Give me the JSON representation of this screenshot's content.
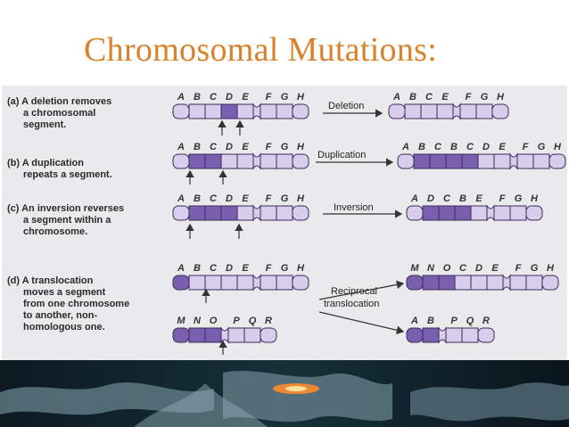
{
  "slide": {
    "title": "Chromosomal Mutations:"
  },
  "panels": {
    "a": {
      "tag": "(a)",
      "lines": [
        [
          "A ",
          "deletion",
          " removes"
        ],
        [
          "a chromosomal"
        ],
        [
          "segment."
        ]
      ],
      "before_labels": [
        "A",
        "B",
        "C",
        "D",
        "E",
        "F",
        "G",
        "H"
      ],
      "arrow_label": "Deletion",
      "after_labels": [
        "A",
        "B",
        "C",
        "E",
        "F",
        "G",
        "H"
      ]
    },
    "b": {
      "tag": "(b)",
      "lines": [
        [
          "A ",
          "duplication"
        ],
        [
          "repeats a segment."
        ]
      ],
      "before_labels": [
        "A",
        "B",
        "C",
        "D",
        "E",
        "F",
        "G",
        "H"
      ],
      "arrow_label": "Duplication",
      "after_labels": [
        "A",
        "B",
        "C",
        "B",
        "C",
        "D",
        "E",
        "F",
        "G",
        "H"
      ]
    },
    "c": {
      "tag": "(c)",
      "lines": [
        [
          "An ",
          "inversion",
          " reverses"
        ],
        [
          "a segment within a"
        ],
        [
          "chromosome."
        ]
      ],
      "before_labels": [
        "A",
        "B",
        "C",
        "D",
        "E",
        "F",
        "G",
        "H"
      ],
      "arrow_label": "Inversion",
      "after_labels": [
        "A",
        "D",
        "C",
        "B",
        "E",
        "F",
        "G",
        "H"
      ]
    },
    "d": {
      "tag": "(d)",
      "lines": [
        [
          "A ",
          "translocation"
        ],
        [
          "moves a segment"
        ],
        [
          "from one chromosome"
        ],
        [
          "to another, non-"
        ],
        [
          "homologous one."
        ]
      ],
      "before_labels_1": [
        "A",
        "B",
        "C",
        "D",
        "E",
        "F",
        "G",
        "H"
      ],
      "before_labels_2": [
        "M",
        "N",
        "O",
        "P",
        "Q",
        "R"
      ],
      "arrow_label": [
        "Reciprocal",
        "translocation"
      ],
      "after_labels_1": [
        "M",
        "N",
        "O",
        "C",
        "D",
        "E",
        "F",
        "G",
        "H"
      ],
      "after_labels_2": [
        "A",
        "B",
        "P",
        "Q",
        "R"
      ]
    }
  },
  "colors": {
    "title": "#d9822b",
    "segment_light": "#d8cdea",
    "segment_dark": "#7a5fb0",
    "outline": "#3a2c5a"
  }
}
